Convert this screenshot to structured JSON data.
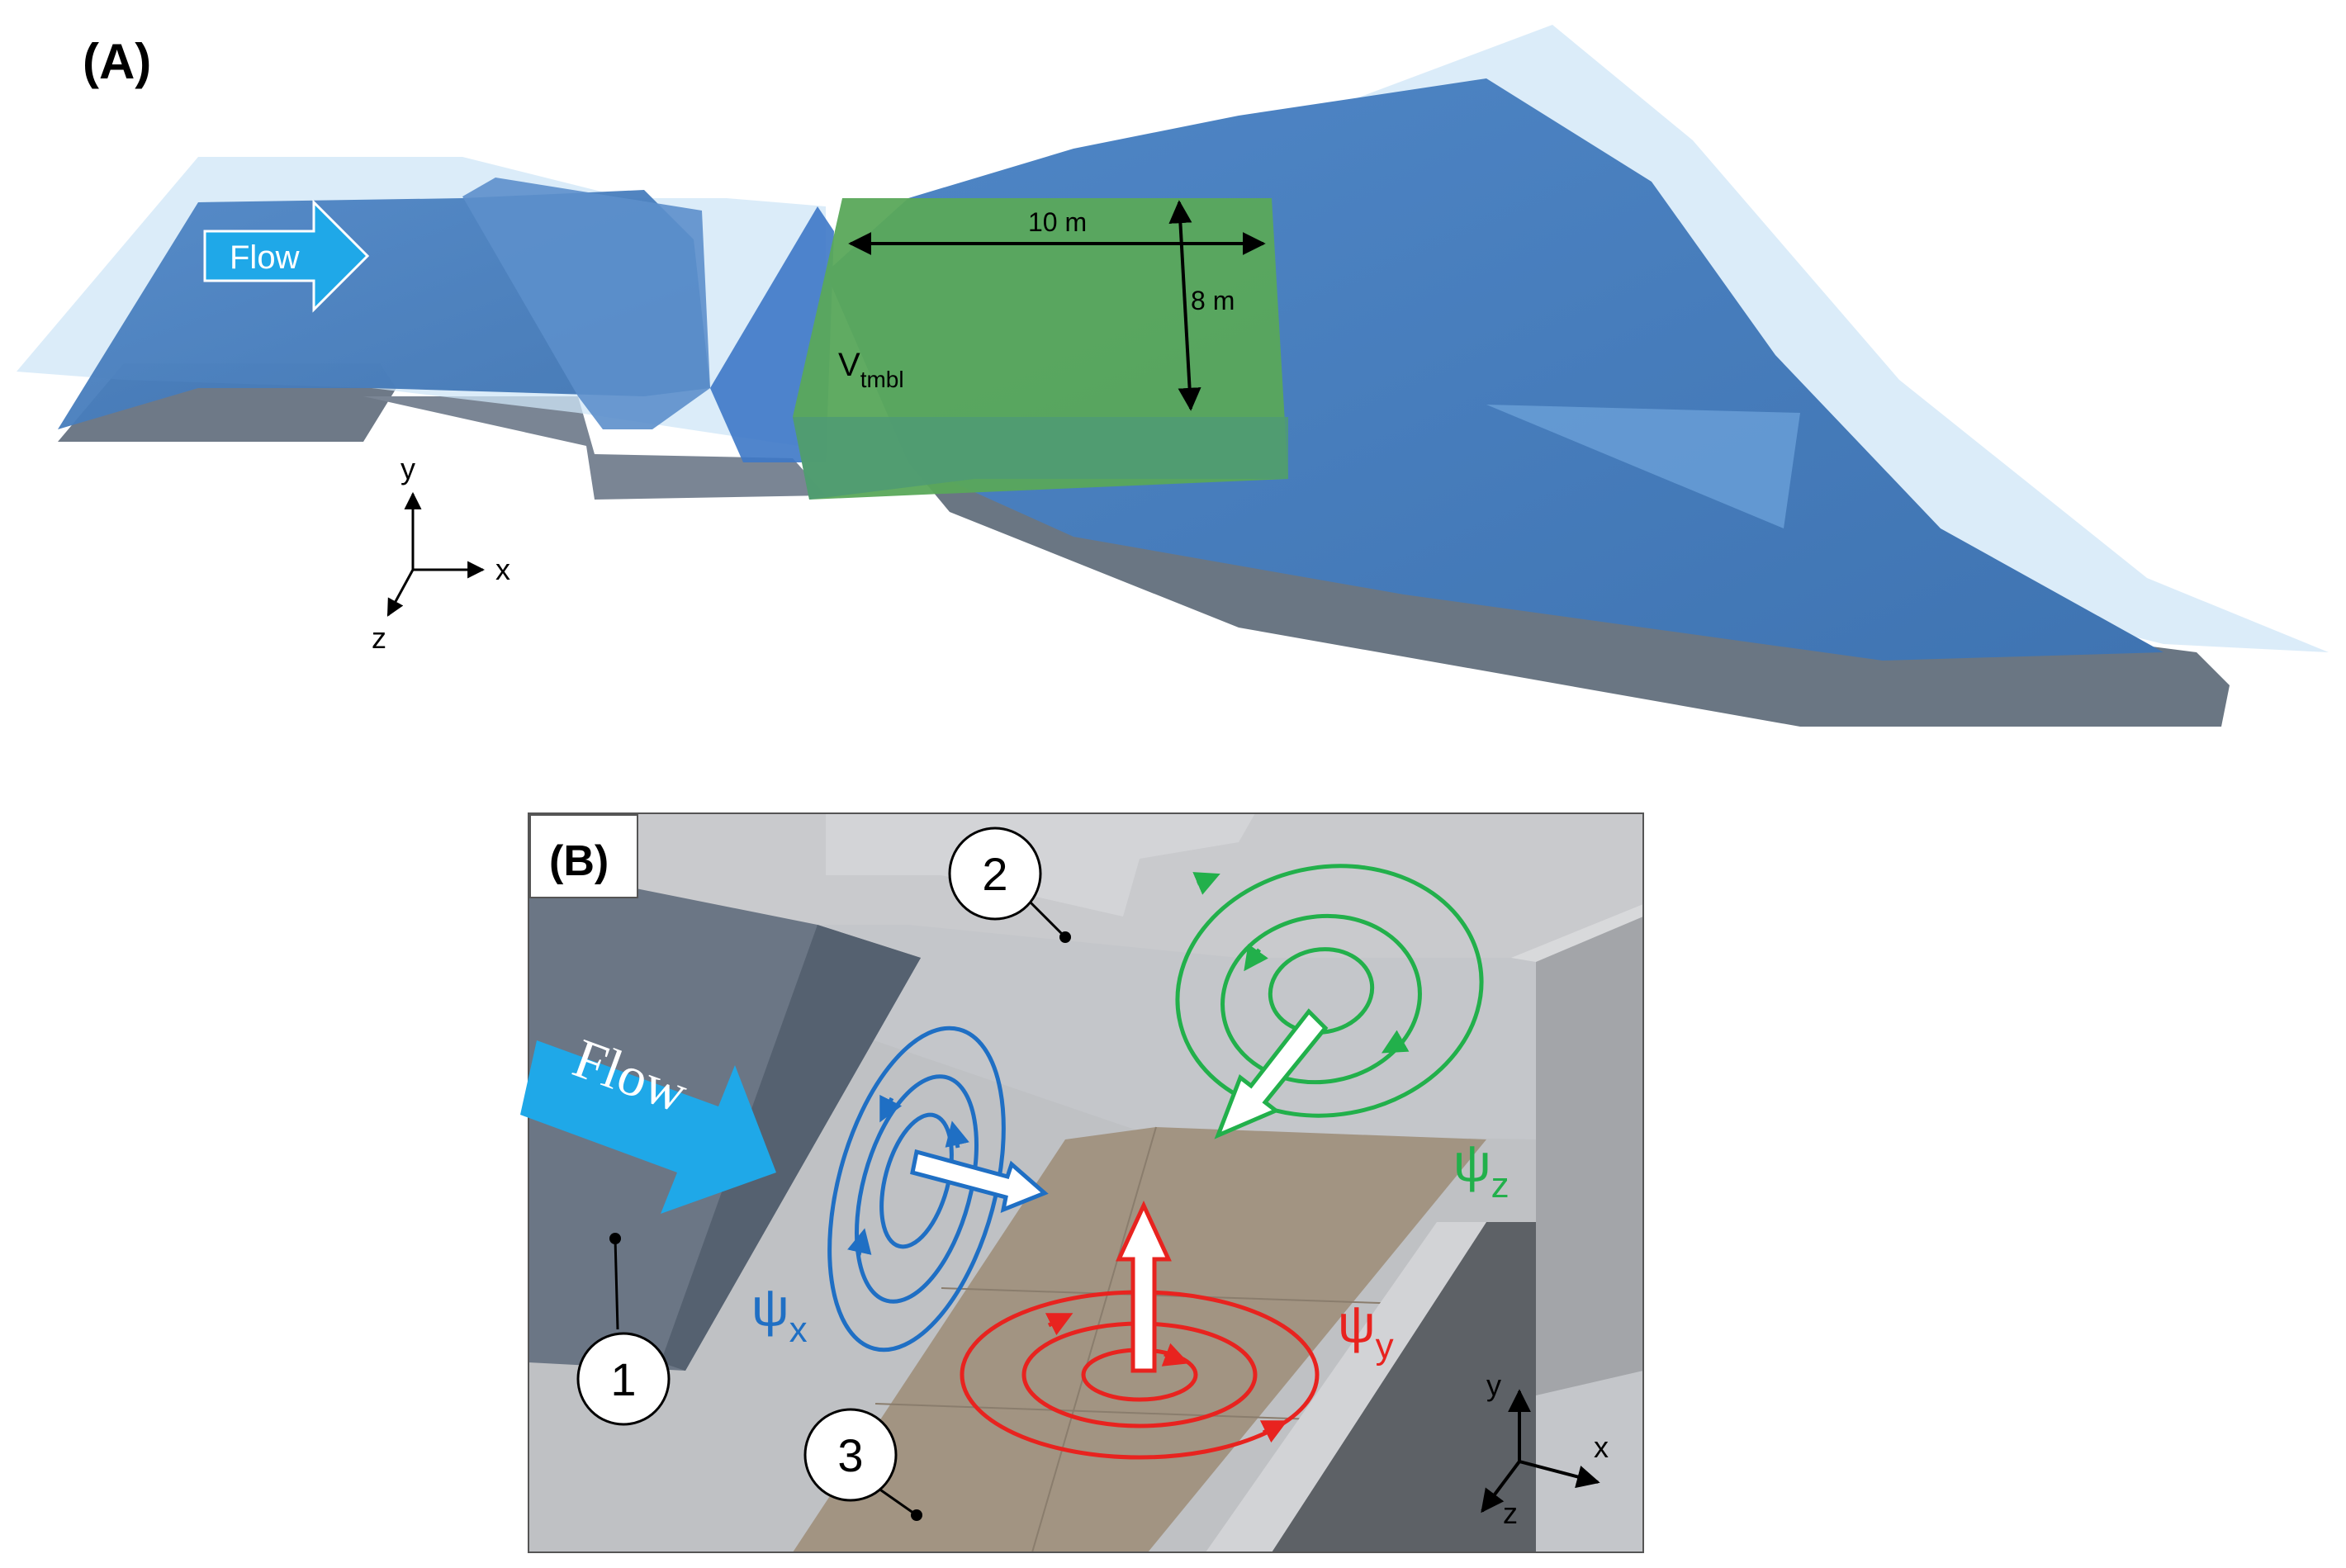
{
  "panel_a": {
    "label": "(A)",
    "flow_text": "Flow",
    "dim_width": "10 m",
    "dim_height": "8 m",
    "volume_main": "V",
    "volume_sub": "tmbl",
    "axes": {
      "y": "y",
      "x": "x",
      "z": "z"
    }
  },
  "panel_b": {
    "label": "(B)",
    "flow_text": "Flow",
    "markers": [
      "1",
      "2",
      "3"
    ],
    "vortices": [
      {
        "symbol": "ψ",
        "sub": "x",
        "color": "#1f6fc4"
      },
      {
        "symbol": "ψ",
        "sub": "y",
        "color": "#e8231f"
      },
      {
        "symbol": "ψ",
        "sub": "z",
        "color": "#22b04b"
      }
    ],
    "axes": {
      "y": "y",
      "x": "x",
      "z": "z"
    }
  },
  "colors": {
    "water": "#4a7fbd",
    "water_light": "#cfe6f7",
    "volume_box": "#5aa85a",
    "flow_arrow": "#1fa8e8",
    "ground": "#6b7784",
    "tile": "#a29482"
  }
}
